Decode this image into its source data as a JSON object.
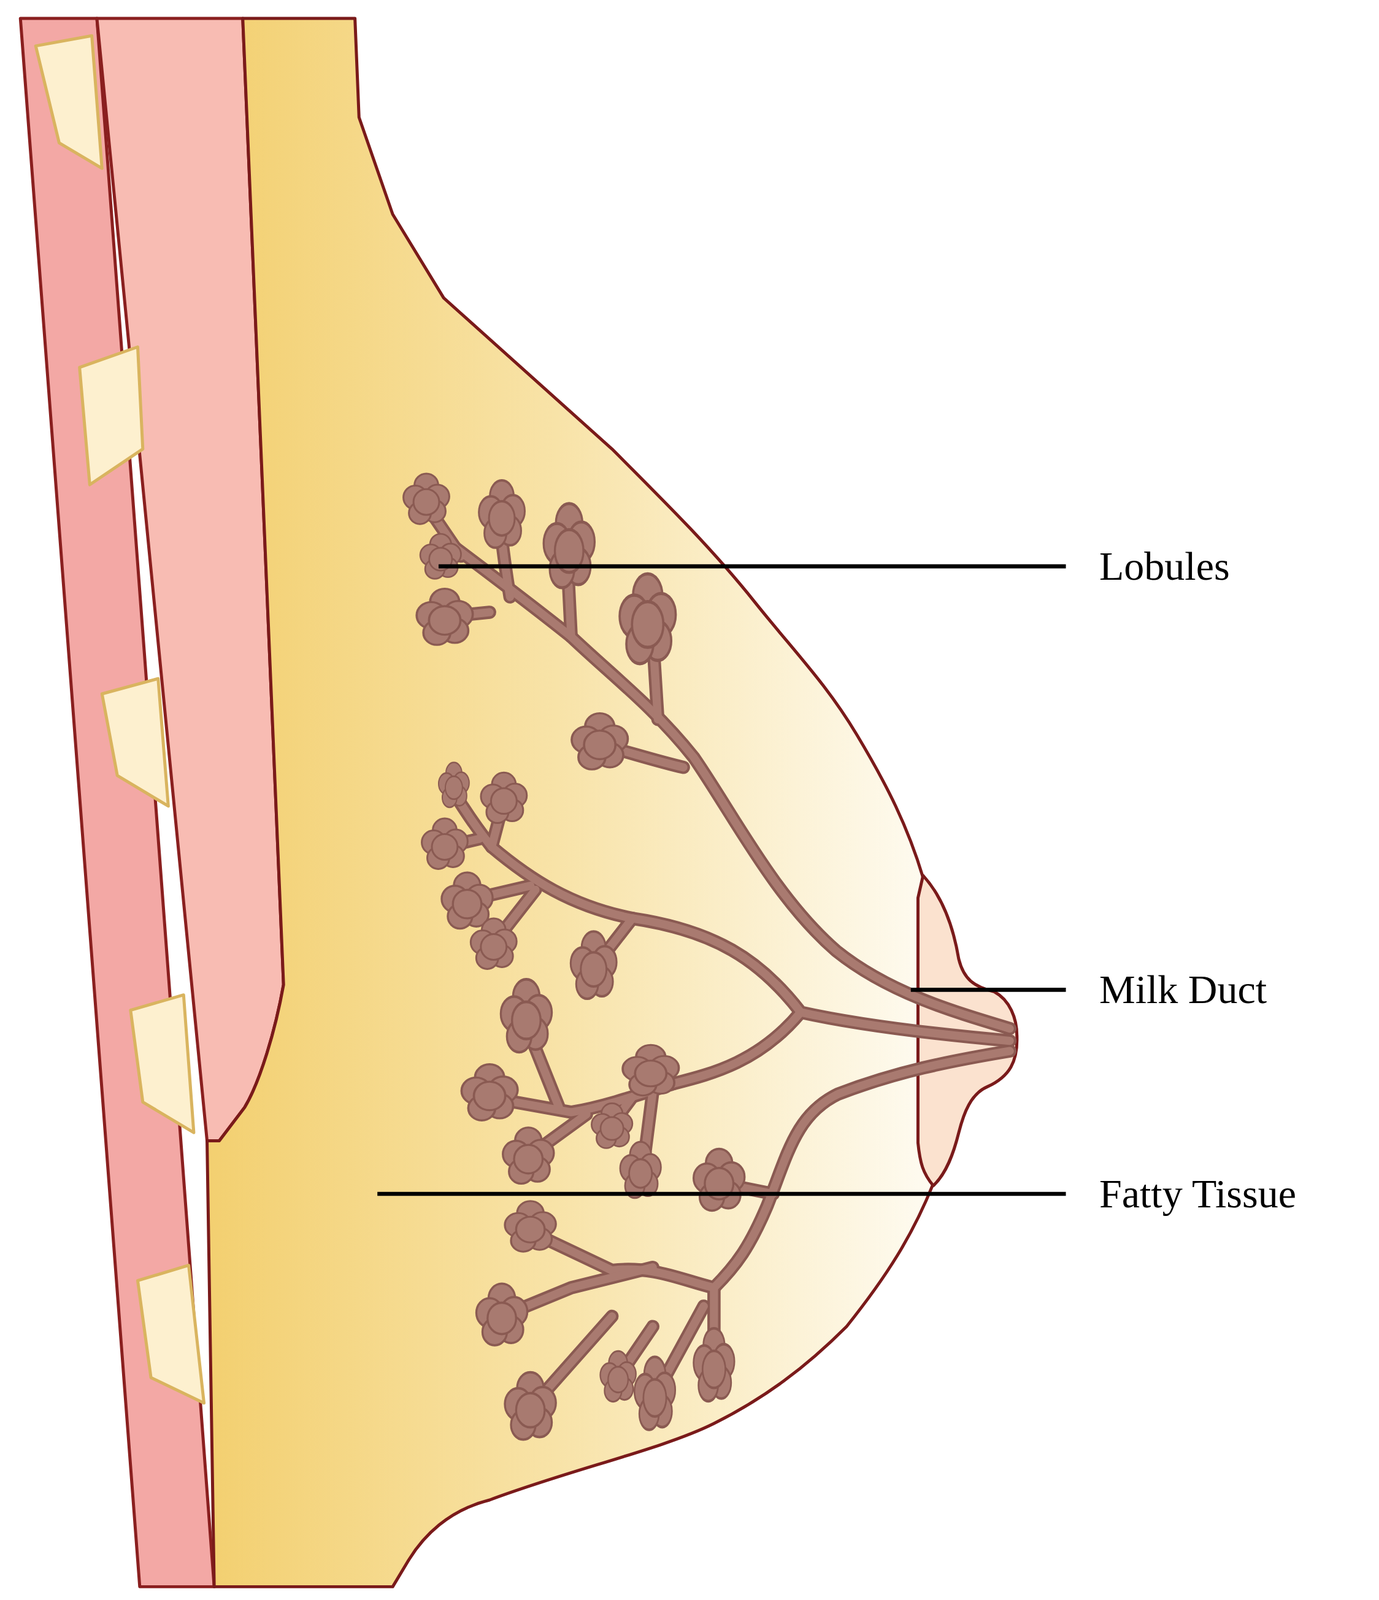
{
  "diagram": {
    "labels": [
      "Lobules",
      "Milk Duct",
      "Fatty Tissue"
    ]
  }
}
